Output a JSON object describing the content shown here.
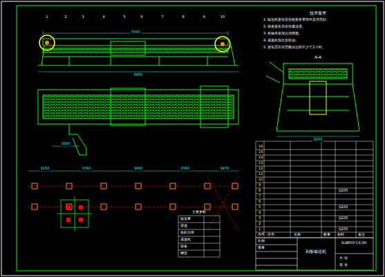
{
  "diagram": {
    "labels": [
      "技术要求",
      "1. 输送机安装前应检查各零部件是否完好。",
      "2. 链条安装后应张紧适度。",
      "3. 各轴承座加注润滑脂。",
      "4. 减速机加注齿轮油。",
      "5. 安装完毕后空载试运转不少于2小时。",
      "A-A",
      "2230",
      "1",
      "2",
      "3",
      "4",
      "5",
      "6",
      "7",
      "8",
      "9",
      "10",
      "7000",
      "6950",
      "1840",
      "1150",
      "1740",
      "1660",
      "2765",
      "1470",
      "主要参数",
      "输送量",
      "链速",
      "电机功率",
      "减速机",
      "链条",
      "槽宽",
      "序号",
      "代号",
      "名称",
      "数量",
      "材料",
      "备注",
      "1",
      "2",
      "3",
      "4",
      "5",
      "6",
      "7",
      "8",
      "9",
      "10",
      "11",
      "12",
      "13",
      "14",
      "15",
      "16",
      "Q235",
      "Q235",
      "Q235",
      "Q235",
      "XLB800-CX-ZH",
      "刮板输送机",
      "比例",
      "重量",
      "共 张",
      "第 张"
    ]
  }
}
